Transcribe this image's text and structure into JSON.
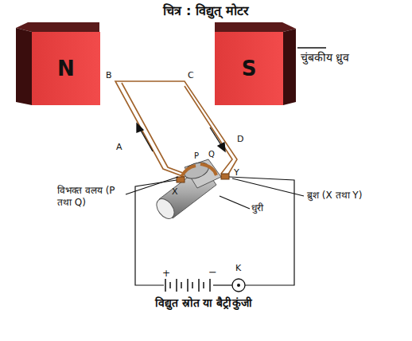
{
  "diagram": {
    "title": "चित्र : विद्युत् मोटर",
    "nodes": [
      {
        "text": [
          "N"
        ]
      },
      {
        "text": [
          "S"
        ]
      }
    ],
    "labels": [
      "चुंबकीय ध्रुव",
      "B",
      "C",
      "A",
      "D",
      "P",
      "Q",
      "X",
      "Y",
      "विभक्त वलय (P तथा Q)",
      "ब्रुश (X तथा Y)",
      "धुरी",
      "K",
      "+",
      "−",
      "विद्युत स्रोत या बैट्री",
      "कुंजी"
    ]
  }
}
